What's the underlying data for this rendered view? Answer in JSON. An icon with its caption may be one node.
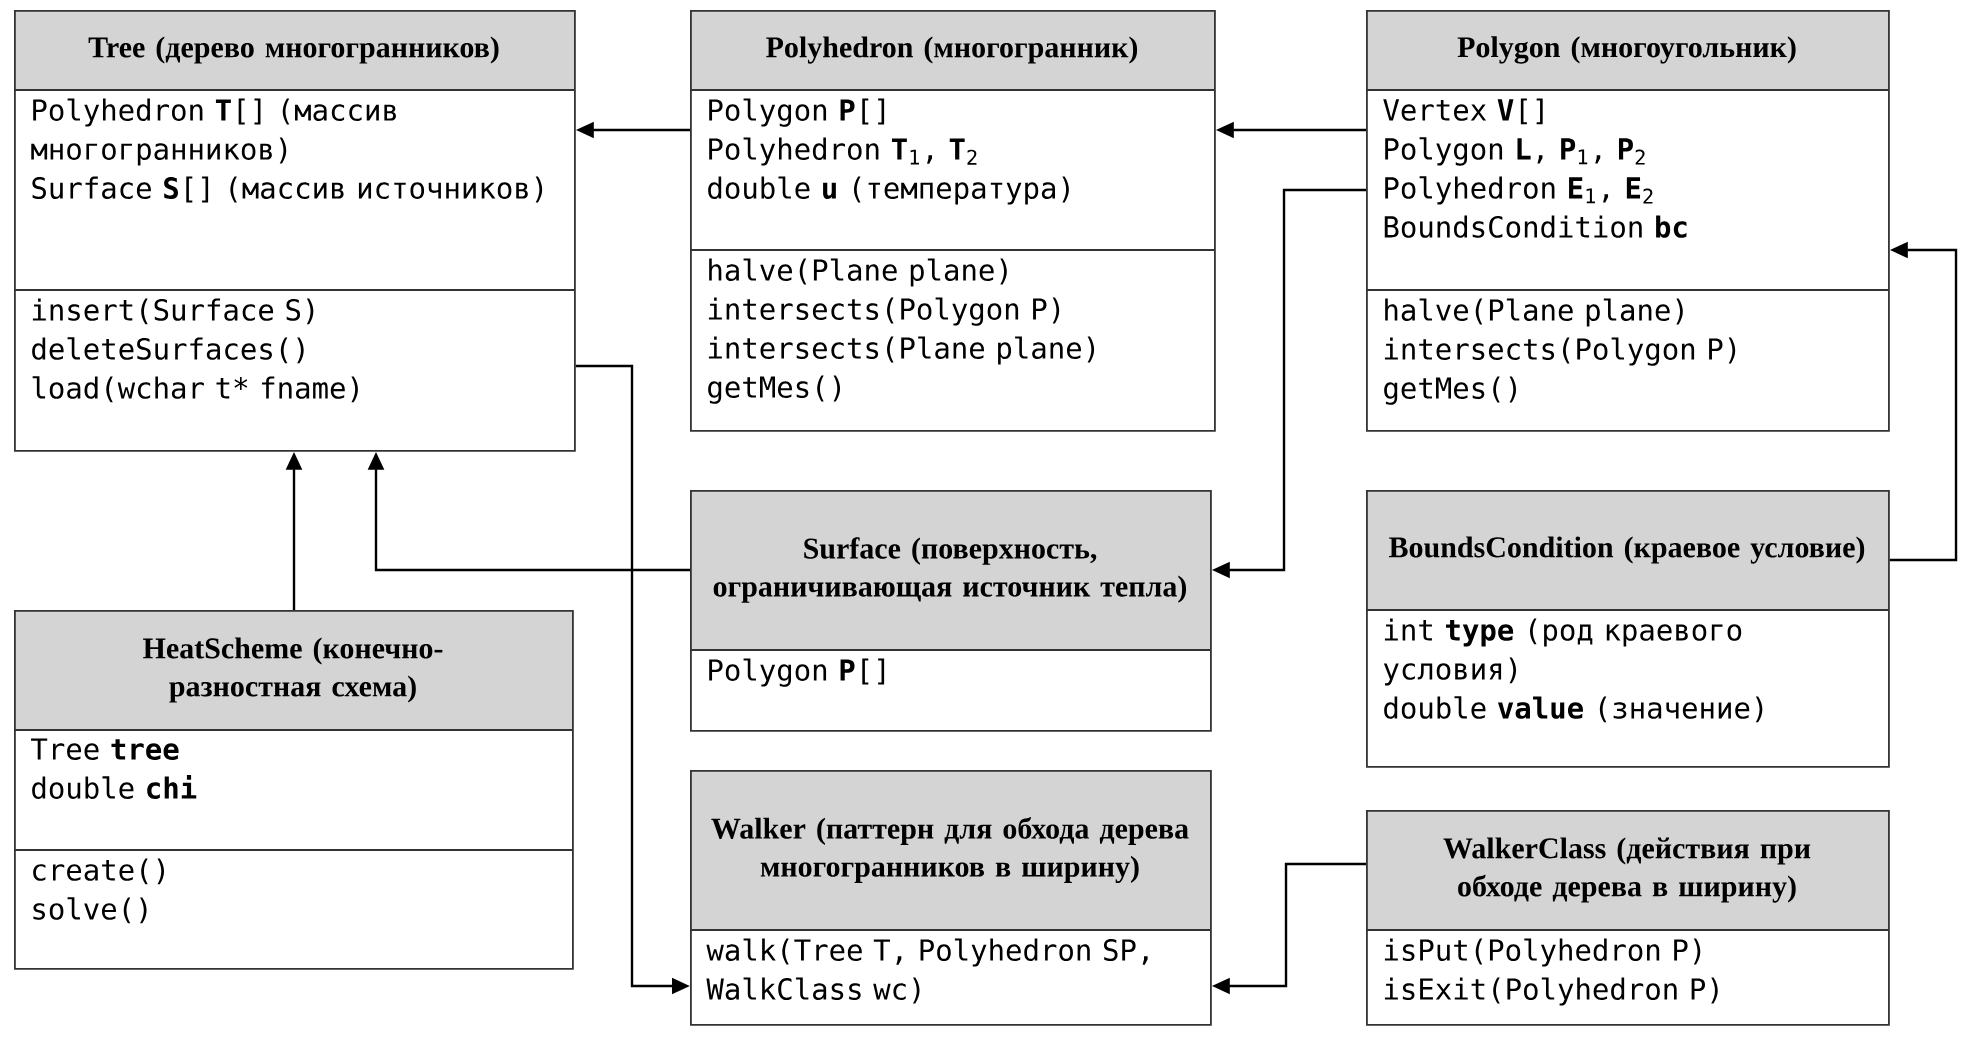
{
  "diagram": {
    "nodes": [
      {
        "text": [
          "Tree (дерево многогранников)",
          "Polyhedron **T**[] (массив многогранников)",
          "Surface **S**[] (массив источников)",
          "insert(Surface S)",
          "deleteSurfaces()",
          "load(wchar t* fname)"
        ]
      },
      {
        "text": [
          "Polyhedron (многогранник)",
          "Polygon **P**[]",
          "Polyhedron **T**$_{1}$, **T**$_{2}$",
          "double **u** (температура)",
          "halve(Plane plane)",
          "intersects(Polygon P)",
          "intersects(Plane plane)",
          "getMes()"
        ]
      },
      {
        "text": [
          "Polygon (многоугольник)",
          "Vertex **V**[]",
          "Polygon **L**, **P**$_{1}$, **P**$_{2}$",
          "Polyhedron **E**$_{1}$, **E**$_{2}$",
          "BoundsCondition **bc**",
          "halve(Plane plane)",
          "intersects(Polygon P)",
          "getMes()"
        ]
      },
      {
        "text": [
          "Surface (поверхность, ограничивающая источник тепла)",
          "Polygon **P**[]"
        ]
      },
      {
        "text": [
          "BoundsCondition (краевое условие)",
          "int **type** (род краевого условия)",
          "double **value** (значение)"
        ]
      },
      {
        "text": [
          "HeatScheme (конечно-разностная схема)",
          "Tree **tree**",
          "double **chi**",
          "create()",
          "solve()"
        ]
      },
      {
        "text": [
          "Walker (паттерн для обхода дерева многогранников в ширину)",
          "walk(Tree T, Polyhedron SP, WalkClass wc)"
        ]
      },
      {
        "text": [
          "WalkerClass (действия при обходе дерева в ширину)",
          "isPut(Polyhedron P)",
          "isExit(Polyhedron P)"
        ]
      }
    ],
    "edges": [
      {
        "from": 1,
        "to": 0,
        "arrow": "to"
      },
      {
        "from": 2,
        "to": 1,
        "arrow": "to"
      },
      {
        "from": 2,
        "to": 3,
        "arrow": "to"
      },
      {
        "from": 4,
        "to": 2,
        "arrow": "to"
      },
      {
        "from": 5,
        "to": 0,
        "arrow": "to"
      },
      {
        "from": 3,
        "to": 0,
        "arrow": "to"
      },
      {
        "from": 0,
        "to": 6,
        "arrow": "to"
      },
      {
        "from": 7,
        "to": 6,
        "arrow": "to"
      }
    ]
  }
}
